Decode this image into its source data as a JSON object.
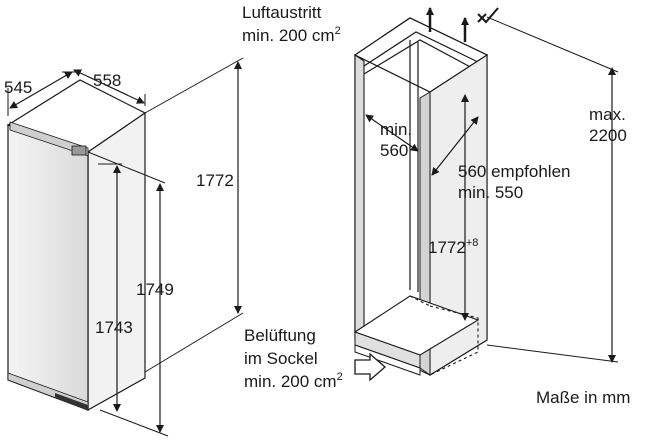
{
  "fridge": {
    "depth": "545",
    "width": "558",
    "height_total": "1772",
    "height_door_top": "1749",
    "height_door": "1743"
  },
  "niche": {
    "air_outlet_line1": "Luftaustritt",
    "air_outlet_line2": "min. 200 cm",
    "air_outlet_sup": "2",
    "width_min_line1": "min.",
    "width_min_line2": "560",
    "depth_line1": "560 empfohlen",
    "depth_line2": "min. 550",
    "height_base": "1772",
    "height_tol": "+8",
    "height_max_line1": "max.",
    "height_max_line2": "2200",
    "vent_line1": "Belüftung",
    "vent_line2": "im Sockel",
    "vent_line3": "min. 200 cm",
    "vent_sup": "2"
  },
  "units_note": "Maße in mm"
}
